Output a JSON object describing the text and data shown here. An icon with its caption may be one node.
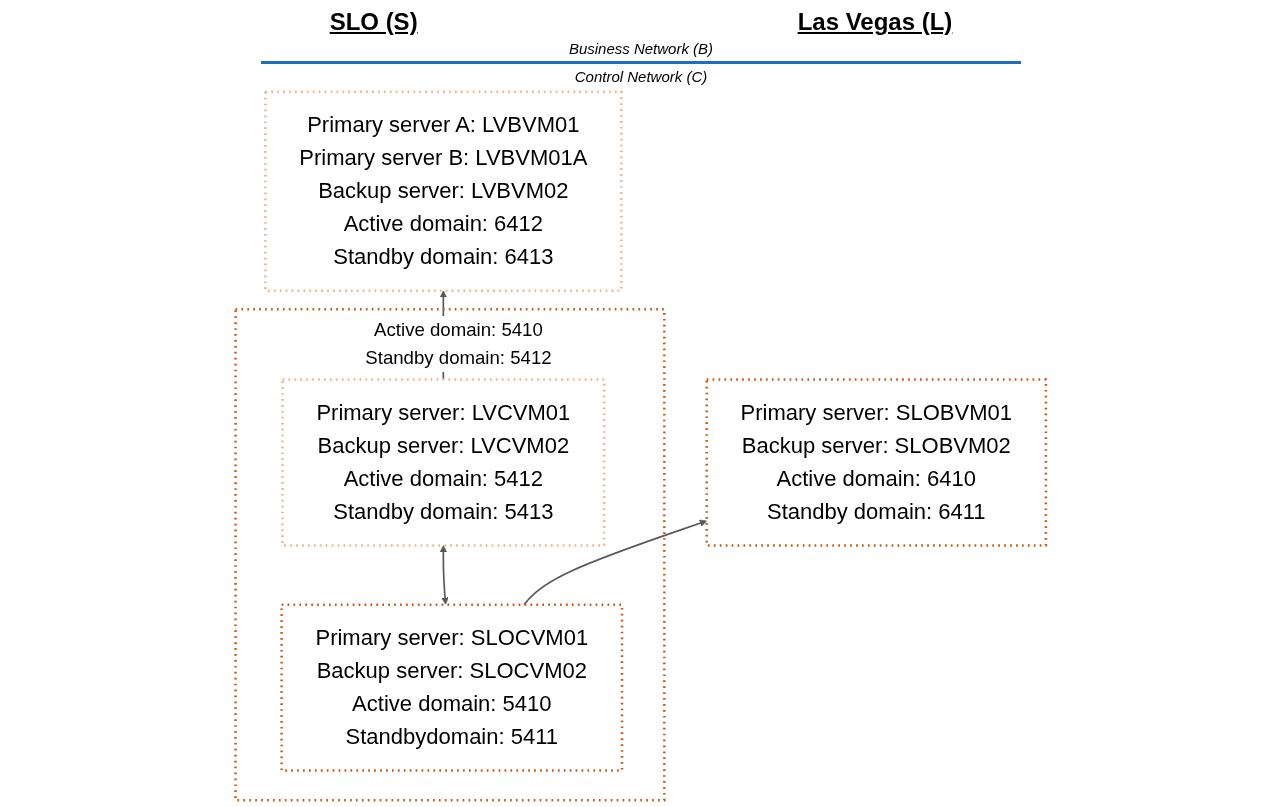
{
  "diagram": {
    "nodes": [
      {
        "text": [
          "Primary server: SLOBVM01",
          "Backup server: SLOBVM02",
          "Active domain: 6410",
          "Standby domain: 6411"
        ]
      },
      {
        "text": [
          "Primary server A: LVBVM01",
          "Primary server B: LVBVM01A",
          "Backup server: LVBVM02",
          "Active domain: 6412",
          "Standby domain: 6413"
        ]
      },
      {
        "text": [
          "Active domain: 5410",
          "Standby domain: 5412"
        ]
      },
      {
        "text": [
          "Primary server: SLOCVM01",
          "Backup server: SLOCVM02",
          "Active domain: 5410",
          "Standbydomain: 5411"
        ],
        "in": 2
      },
      {
        "text": [
          "Primary server: LVCVM01",
          "Backup server: LVCVM02",
          "Active domain: 5412",
          "Standby domain: 5413"
        ],
        "in": 2
      }
    ],
    "edges": [
      {
        "from": 3,
        "to": 0,
        "arrow": "to"
      },
      {
        "from": 4,
        "to": 1,
        "arrow": "to"
      },
      {
        "from": 3,
        "to": 4,
        "arrow": "both"
      }
    ],
    "labels": [
      "SLO (S)",
      "Las Vegas (L)",
      "Business Network (B)",
      "Control Network (C)"
    ]
  }
}
